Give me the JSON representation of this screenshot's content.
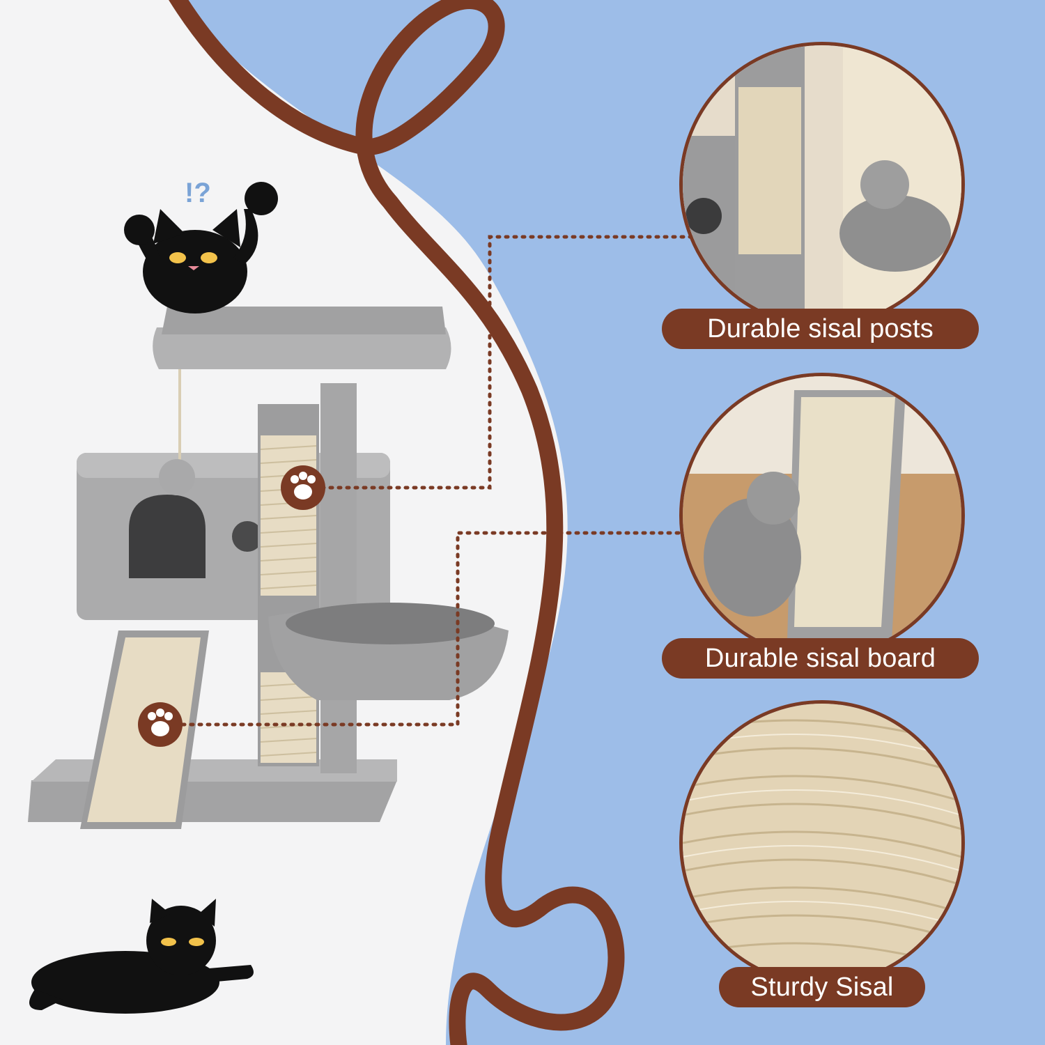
{
  "colors": {
    "background_left": "#f4f4f5",
    "background_right": "#9dbde8",
    "accent_brown": "#7a3a24",
    "sisal": "#e7dcc4",
    "plush_gray": "#a9a9aa"
  },
  "features": [
    {
      "label": "Durable sisal posts",
      "icon": "sisal-post-photo"
    },
    {
      "label": "Durable sisal board",
      "icon": "sisal-board-photo"
    },
    {
      "label": "Sturdy Sisal",
      "icon": "sisal-rope-closeup"
    }
  ],
  "markers": [
    {
      "icon": "paw-icon",
      "target": "sisal-post"
    },
    {
      "icon": "paw-icon",
      "target": "sisal-board"
    }
  ],
  "decorations": [
    "cartoon-cat-waving",
    "cartoon-cat-lying"
  ]
}
